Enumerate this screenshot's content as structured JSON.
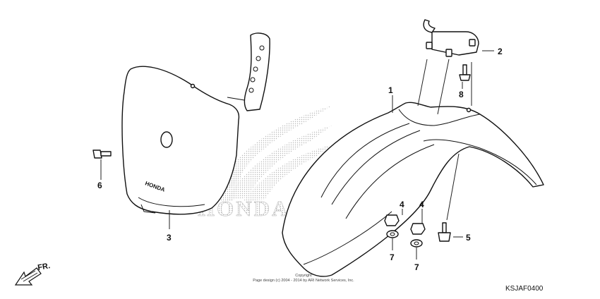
{
  "callouts": [
    "1",
    "2",
    "3",
    "4",
    "4",
    "5",
    "6",
    "7",
    "7",
    "8"
  ],
  "watermark": {
    "text": "HONDA"
  },
  "front_arrow": {
    "label": "FR."
  },
  "copyright": {
    "line1": "Copyright",
    "line2": "Page design (c) 2004 - 2014 by ARI Network Services, Inc."
  },
  "diagram_code": "KSJAF0400"
}
